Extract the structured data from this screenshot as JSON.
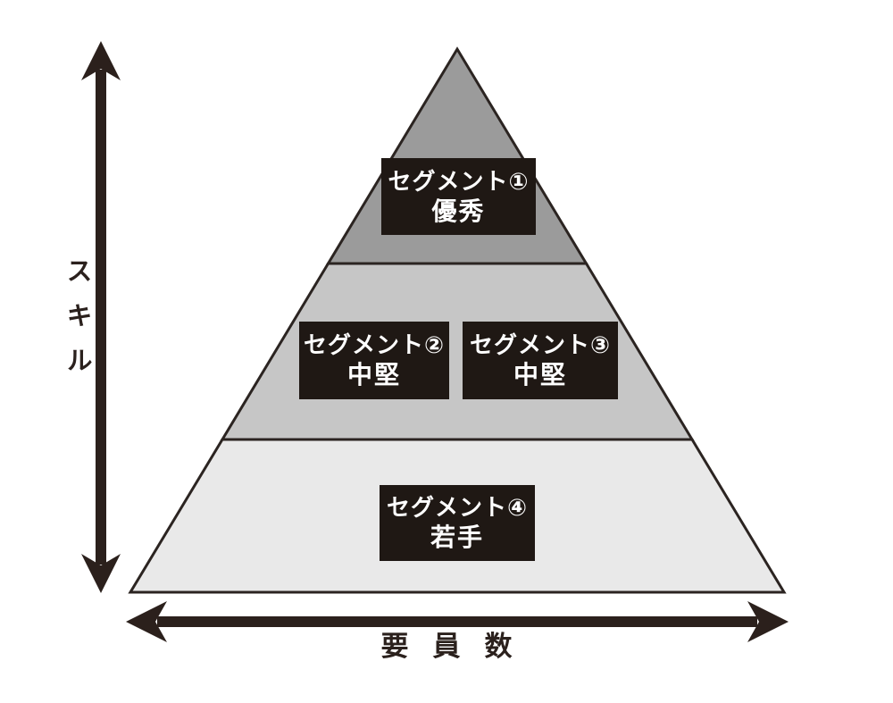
{
  "diagram": {
    "type": "pyramid",
    "axes": {
      "y_label": "スキル",
      "x_label": "要員数"
    },
    "tiers": [
      {
        "name": "top",
        "color": "#9b9b9b",
        "segments": [
          {
            "title": "セグメント①",
            "subtitle": "優秀"
          }
        ]
      },
      {
        "name": "middle",
        "color": "#c6c6c6",
        "segments": [
          {
            "title": "セグメント②",
            "subtitle": "中堅"
          },
          {
            "title": "セグメント③",
            "subtitle": "中堅"
          }
        ]
      },
      {
        "name": "bottom",
        "color": "#e9e9e9",
        "segments": [
          {
            "title": "セグメント④",
            "subtitle": "若手"
          }
        ]
      }
    ],
    "colors": {
      "outline": "#2b2421",
      "arrow": "#2b201c",
      "label_box_bg": "#1f1814",
      "label_box_text": "#ffffff",
      "background": "#ffffff"
    }
  }
}
